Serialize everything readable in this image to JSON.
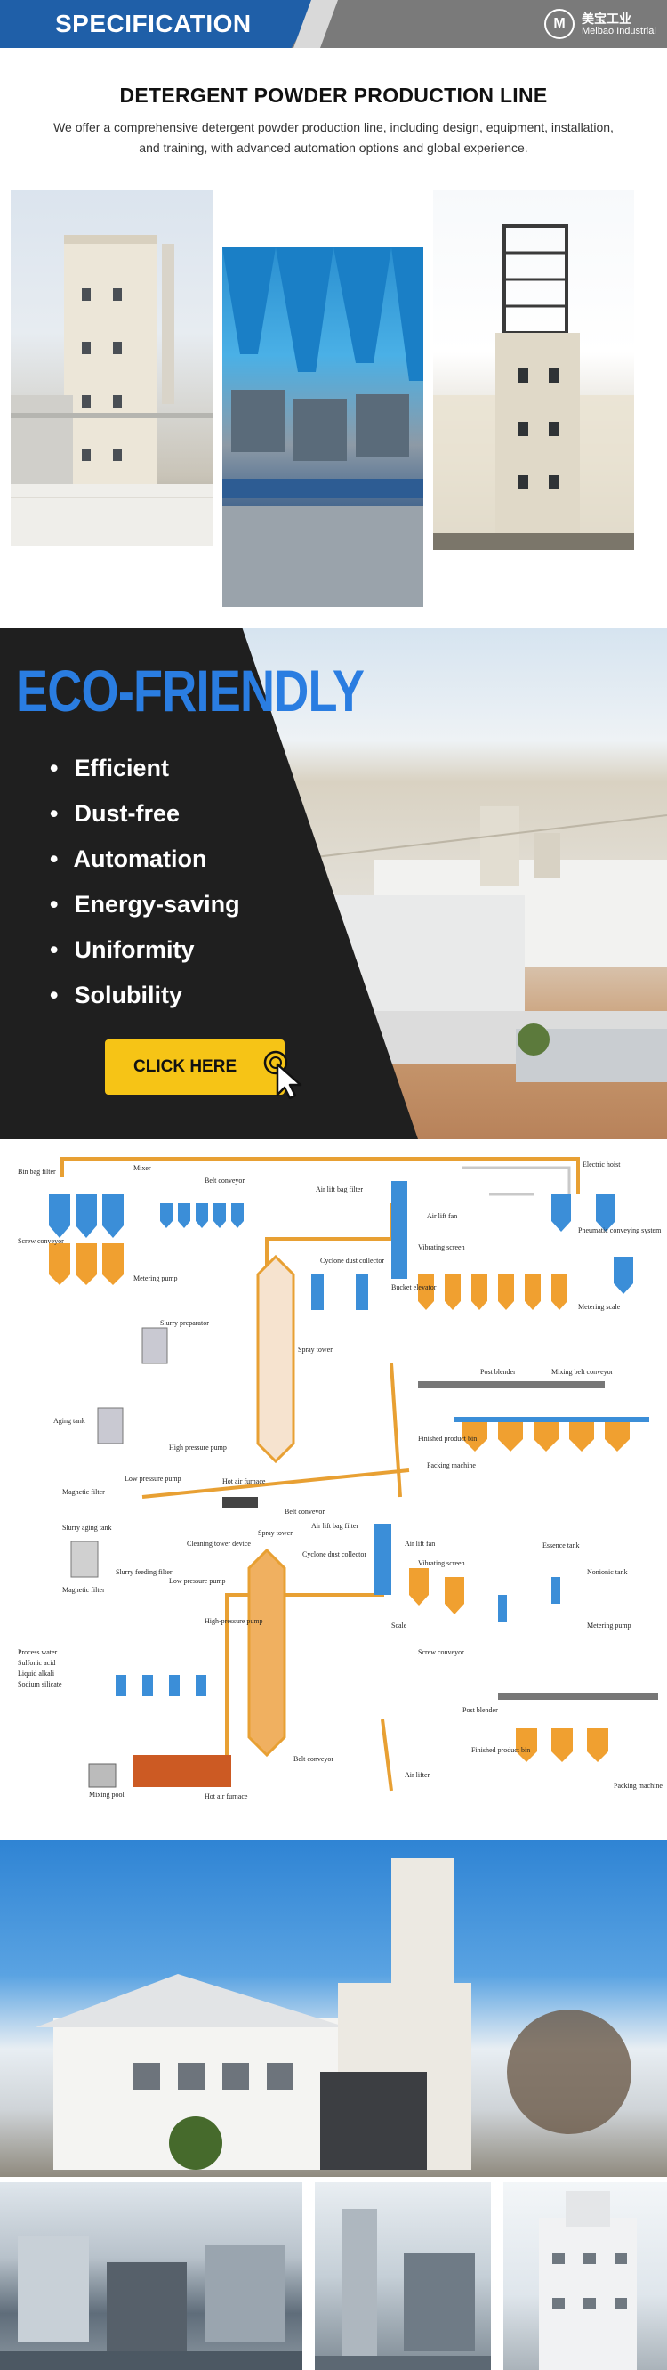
{
  "header": {
    "title": "SPECIFICATION",
    "logo_cn": "美宝工业",
    "logo_en": "Meibao Industrial",
    "logo_mark": "M"
  },
  "section": {
    "title": "DETERGENT POWDER PRODUCTION LINE",
    "intro": "We offer a comprehensive detergent powder production line, including design, equipment, installation, and training, with advanced automation options and global experience."
  },
  "eco": {
    "title": "ECO-FRIENDLY",
    "features": [
      "Efficient",
      "Dust-free",
      "Automation",
      "Energy-saving",
      "Uniformity",
      "Solubility"
    ],
    "bullet": "•",
    "cta_label": "CLICK HERE"
  },
  "diagram1": {
    "labels": [
      "Bin bag filter",
      "Mixer",
      "Belt conveyor",
      "Metering pump",
      "Slurry preparator",
      "Spray tower",
      "Cyclone dust collector",
      "Air lift bag filter",
      "Air lift fan",
      "Vibrating screen",
      "Bucket elevator",
      "Hot air furnace",
      "Magnetic filter",
      "Low pressure pump",
      "High pressure pump",
      "Screw conveyor",
      "Aging tank",
      "Post blender",
      "Mixing belt conveyor",
      "Finished product bin",
      "Packing machine",
      "Electric hoist",
      "Pneumatic conveying system",
      "Metering scale",
      "Belt conveyor"
    ]
  },
  "diagram2": {
    "labels": [
      "Slurry aging tank",
      "Magnetic filter",
      "Slurry feeding filter",
      "Low pressure pump",
      "High-pressure pump",
      "Spray tower",
      "Cleaning tower device",
      "Cyclone dust collector",
      "Air lift bag filter",
      "Air lift fan",
      "Vibrating screen",
      "Screw conveyor",
      "Post blender",
      "Finished product bin",
      "Packing machine",
      "Nonionic tank",
      "Metering pump",
      "Mixing pool",
      "Hot air furnace",
      "Process water",
      "Sulfonic acid",
      "Liquid alkali",
      "Sodium silicate",
      "Belt conveyor",
      "Air lifter",
      "Scale",
      "Essence tank"
    ]
  },
  "colors": {
    "header_blue": "#1f5fa8",
    "eco_blue": "#2a7de1",
    "cta_yellow": "#f6c416",
    "pipe_orange": "#e8a033",
    "tank_blue": "#3b8ed8"
  },
  "icons": [
    "logo-icon",
    "cursor-pointer-icon"
  ]
}
